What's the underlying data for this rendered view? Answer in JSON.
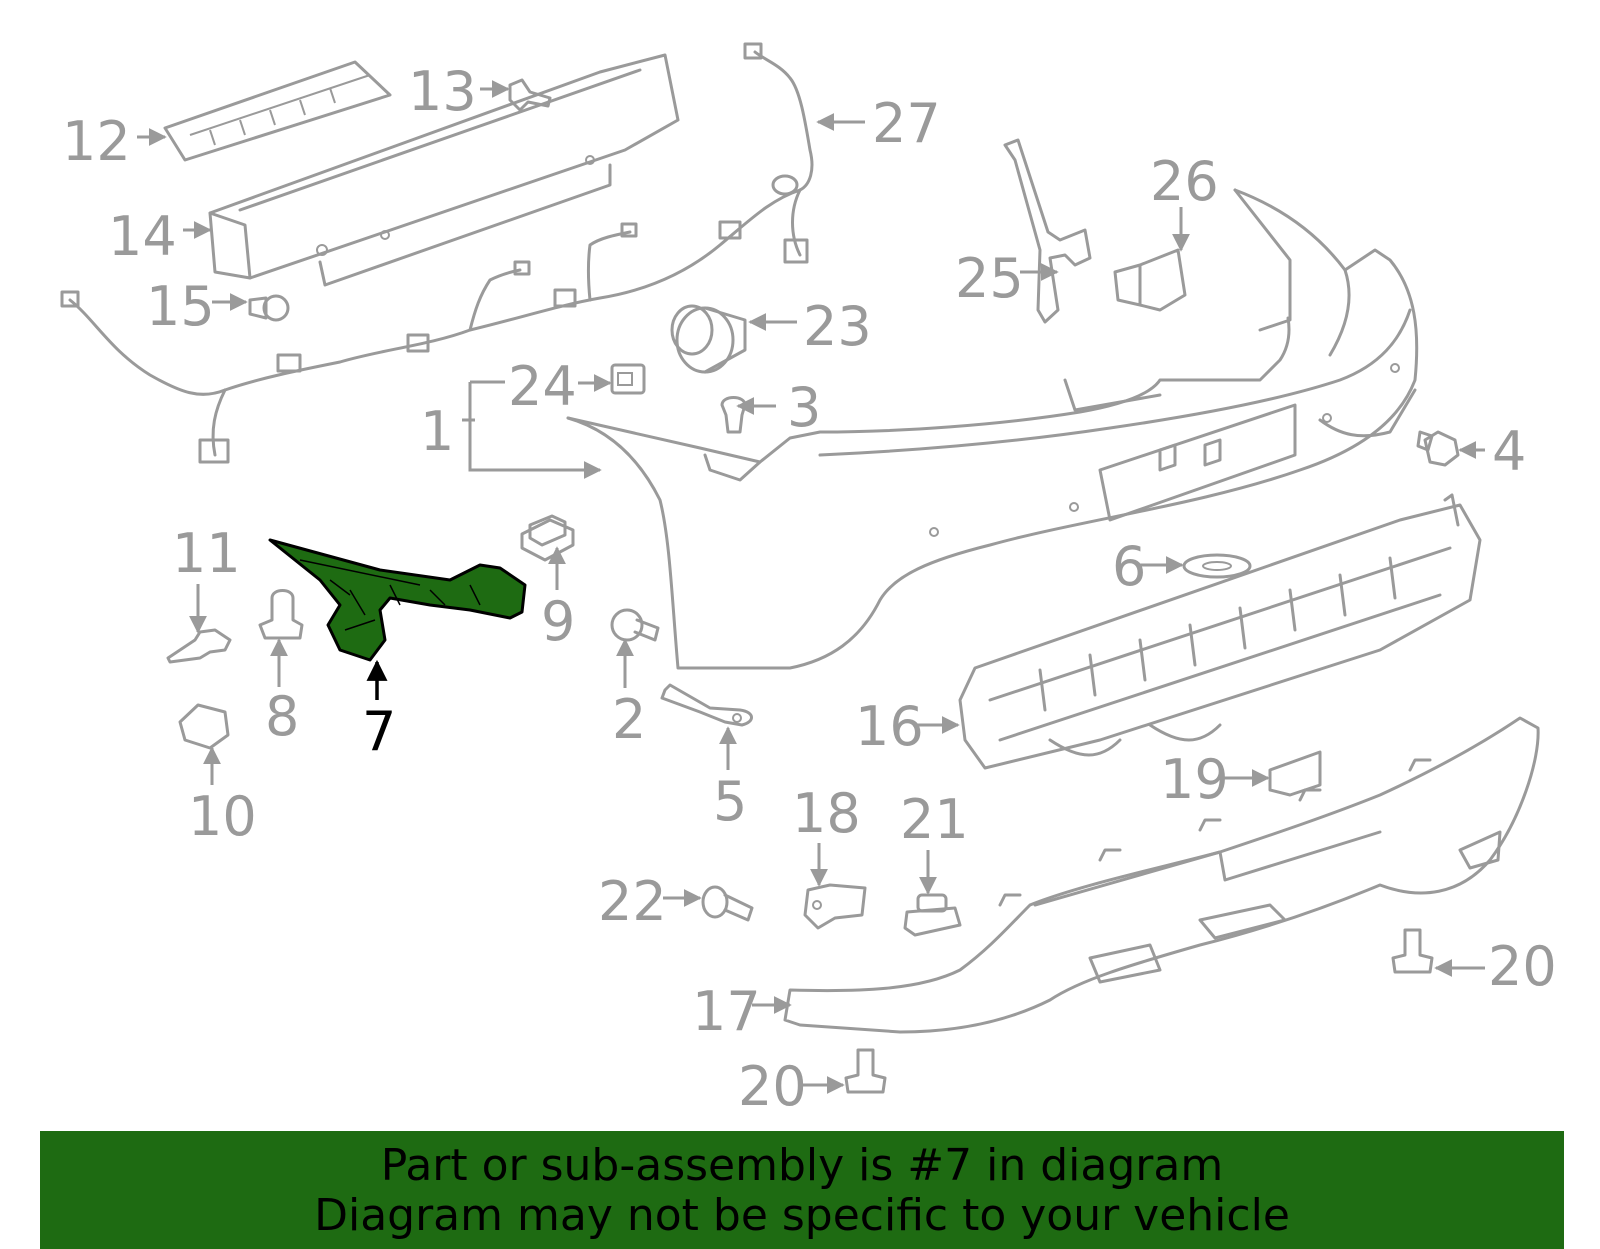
{
  "colors": {
    "outline": "#9a9a9a",
    "highlight_part": "#1e6b12",
    "banner_bg": "#1e6b12",
    "banner_text": "#000000",
    "highlight_label": "#000000"
  },
  "callouts": {
    "c1": "1",
    "c2": "2",
    "c3": "3",
    "c4": "4",
    "c5": "5",
    "c6": "6",
    "c7": "7",
    "c8": "8",
    "c9": "9",
    "c10": "10",
    "c11": "11",
    "c12": "12",
    "c13": "13",
    "c14": "14",
    "c15": "15",
    "c16": "16",
    "c17": "17",
    "c18": "18",
    "c19": "19",
    "c20a": "20",
    "c20b": "20",
    "c21": "21",
    "c22": "22",
    "c23": "23",
    "c24": "24",
    "c25": "25",
    "c26": "26",
    "c27": "27"
  },
  "highlighted_callout": "7",
  "banner": {
    "line1": "Part or sub-assembly is #7 in diagram",
    "line2": "Diagram may not be specific to your vehicle"
  }
}
